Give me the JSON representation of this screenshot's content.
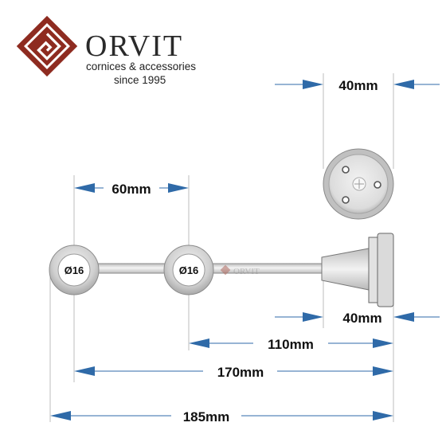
{
  "brand": {
    "name": "ORVIT",
    "tagline": "cornices & accessories",
    "since": "since 1995",
    "watermark": "ORVIT",
    "logo_color": "#8e2b20"
  },
  "dimensions": {
    "top_width": "40mm",
    "hole_spacing": "60mm",
    "base_depth": "40mm",
    "reach_110": "110mm",
    "reach_170": "170mm",
    "total": "185mm"
  },
  "rings": {
    "left": "Ø16",
    "right": "Ø16"
  },
  "colors": {
    "arrow": "#2f6aa8",
    "metal": "#cfcfcf",
    "outline": "#666666"
  }
}
